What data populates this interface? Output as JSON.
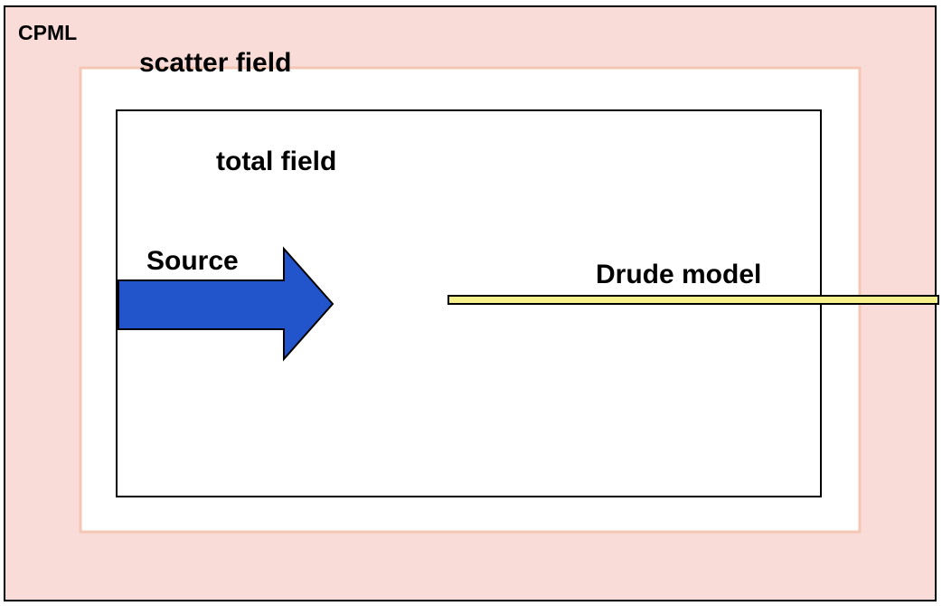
{
  "labels": {
    "cpml": "CPML",
    "scatter_field": "scatter field",
    "total_field": "total field",
    "source": "Source",
    "drude_model": "Drude model"
  },
  "colors": {
    "cpml_fill": "#f9dbd8",
    "cpml_border": "#000000",
    "scatter_fill": "#ffffff",
    "scatter_border": "#f4c7b4",
    "total_fill": "#ffffff",
    "total_border": "#000000",
    "source_arrow": "#2255cc",
    "drude_rod": "#f6f08a"
  }
}
